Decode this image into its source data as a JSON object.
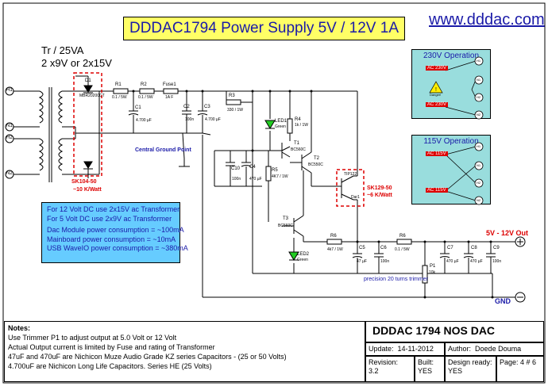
{
  "header": {
    "title": "DDDAC1794 Power Supply 5V / 12V 1A",
    "website": "www.dddac.com"
  },
  "transformer": {
    "rating": "Tr / 25VA",
    "windings": "2 x9V  or  2x15V",
    "pins": [
      "H1",
      "N1",
      "H2",
      "N2"
    ]
  },
  "components": {
    "d1": "D1",
    "d1_part": "MBR20200CT",
    "r1": "R1",
    "r1_val": "0.1 / 5W",
    "r2": "R2",
    "r2_val": "0.1 / 5W",
    "fuse": "Fuse1",
    "fuse_val": "1A F",
    "c1": "C1",
    "c1_val": "4.700 µF",
    "c2": "C2",
    "c2_val": "100n",
    "c3": "C3",
    "c3_val": "4.700 µF",
    "r3": "R3",
    "r3_val": "330 / 1W",
    "led1": "LED1",
    "led1_col": "Green",
    "r4": "R4",
    "r4_val": "1k / 1W",
    "t1": "T1",
    "t1_part": "BC560C",
    "t2": "T2",
    "t2_part": "BC550C",
    "c10": "C10",
    "c10_val": "100n",
    "c4": "C4",
    "c4_val": "470 µF",
    "r5": "R5",
    "r5_val": "4K7 / 1W",
    "tip": "TIP122",
    "dar": "Dar1",
    "t3": "T3",
    "t3_part": "BC560C",
    "led2": "LED2",
    "led2_col": "Green",
    "r6": "R6",
    "r6_val": "4k7 / 1W",
    "c5": "C5",
    "c5_val": "47 µF",
    "c6": "C6",
    "c6_val": "100n",
    "r6b": "R6",
    "r6b_val": "0.1 / 5W",
    "c7": "C7",
    "c7_val": "470 µF",
    "c8": "C8",
    "c8_val": "470 µF",
    "c9": "C9",
    "c9_val": "100n",
    "p1": "P1",
    "p1_val": "10k"
  },
  "annotations": {
    "heatsink1": "SK104-50",
    "heatsink1_val": "~10 K/Watt",
    "heatsink2": "SK129-50",
    "heatsink2_val": "~6 K/Watt",
    "ground_point": "Central Ground Point",
    "trimmer": "precision 20 turns trimmer",
    "output": "5V - 12V Out",
    "gnd": "GND"
  },
  "info": [
    "For 12 Volt DC use 2x15V ac Transformer",
    "For 5 Volt DC use 2x9V ac Transformer",
    "Dac Module power consumption = ~100mA",
    "Mainboard power consumption = ~10mA",
    "USB WaveIO power consumption = ~380mA"
  ],
  "operation_230": {
    "title": "230V Operation",
    "ac1": "AC 230V",
    "ac2": "AC 230V",
    "danger": "Danger!",
    "pins": [
      "H1",
      "N1",
      "H2",
      "N2"
    ]
  },
  "operation_115": {
    "title": "115V Operation",
    "ac1": "AC 115V",
    "ac2": "AC 115V",
    "pins": [
      "H1",
      "N1",
      "H2",
      "N2"
    ]
  },
  "notes": {
    "title": "Notes:",
    "lines": [
      "Use Trimmer P1 to adjust output at 5.0 Volt  or 12 Volt",
      "Actual Output current is limited by Fuse and rating of Transformer",
      "47uF and 470uF are Nichicon Muze Audio Grade KZ series Capacitors - (25 or 50 Volts)",
      "4.700uF are Nichicon Long Life Capacitors. Series  HE (25 Volts)"
    ]
  },
  "title_block": {
    "project": "DDDAC 1794 NOS DAC",
    "update_label": "Update:",
    "update": "14-11-2012",
    "author_label": "Author:",
    "author": "Doede Douma",
    "revision_label": "Revision:",
    "revision": "3.2",
    "built_label": "Built:",
    "built": "YES",
    "design_label": "Design ready:",
    "design": "YES",
    "page": "Page: 4 # 6"
  },
  "colors": {
    "title_bg": "#ffff66",
    "title_text": "#1a1aa8",
    "warning_red": "#dd0000",
    "info_bg": "#66ccff",
    "op_bg": "#99dddd",
    "led_green": "#22cc22"
  }
}
